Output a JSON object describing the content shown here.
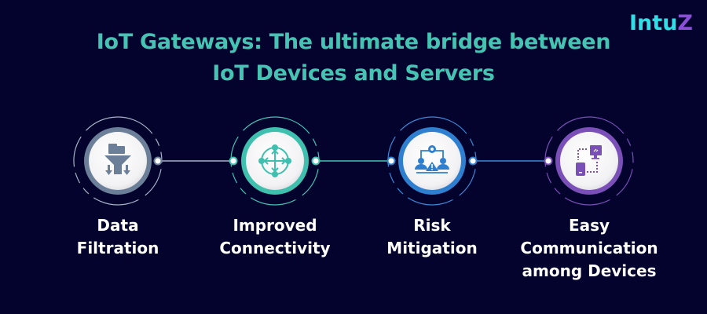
{
  "brand": {
    "logo_main": "Intu",
    "logo_accent": "Z",
    "colors": {
      "logo": "#2ee0e6",
      "logo_accent": "#8a4fd6"
    }
  },
  "header": {
    "title_line1": "IoT Gateways: The ultimate bridge between",
    "title_line2": "IoT Devices and Servers",
    "color": "#45c4b4"
  },
  "steps": [
    {
      "label_line1": "Data",
      "label_line2": "Filtration",
      "label_line3": "",
      "icon": "funnel-filter-icon",
      "color": "#6c7f98"
    },
    {
      "label_line1": "Improved",
      "label_line2": "Connectivity",
      "label_line3": "",
      "icon": "network-arrows-icon",
      "color": "#3fbfae"
    },
    {
      "label_line1": "Risk",
      "label_line2": "Mitigation",
      "label_line3": "",
      "icon": "risk-people-warning-icon",
      "color": "#2f7fd0"
    },
    {
      "label_line1": "Easy",
      "label_line2": "Communication",
      "label_line3": "among Devices",
      "icon": "devices-communication-icon",
      "color": "#7b4fb8"
    }
  ],
  "background": "#03032e"
}
